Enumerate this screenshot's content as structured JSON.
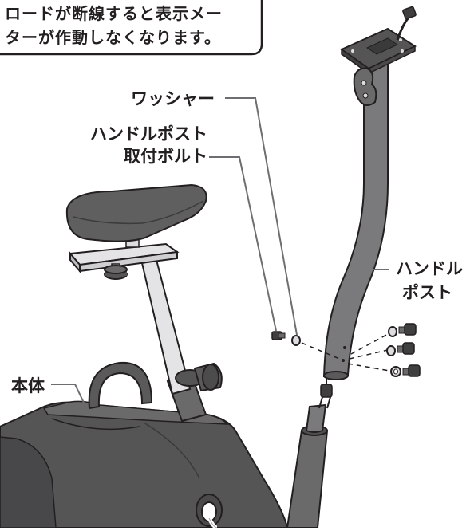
{
  "callout": {
    "line1": "ロードが断線すると表示メー",
    "line2": "ターが作動しなくなります。"
  },
  "labels": {
    "washer": "ワッシャー",
    "handle_post_bolt_line1": "ハンドルポスト",
    "handle_post_bolt_line2": "取付ボルト",
    "handle_post_line1": "ハンドル",
    "handle_post_line2": "ポスト",
    "body": "本体"
  },
  "colors": {
    "line": "#231f20",
    "body_gray": "#555556",
    "seat_gray": "#5f5f60",
    "post_gray": "#7a7a7c",
    "light_post": "#e4e4e6",
    "clamp": "#dddddf",
    "label_leader": "#6d6e71"
  }
}
